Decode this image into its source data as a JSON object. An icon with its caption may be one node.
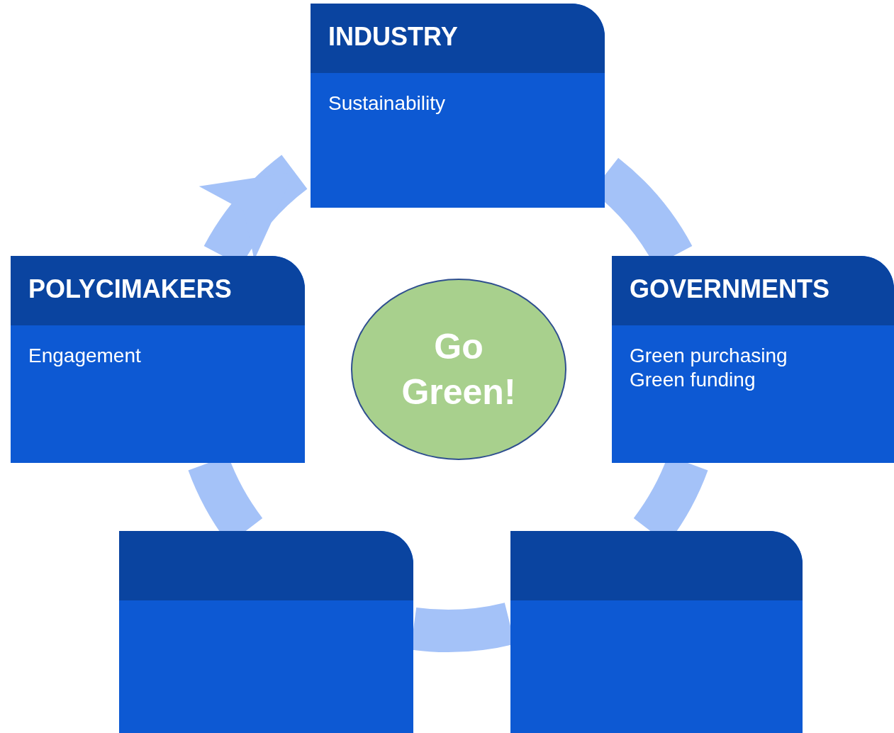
{
  "diagram": {
    "nodes": [
      {
        "text": [
          "INDUSTRY",
          "Sustainability"
        ]
      },
      {
        "text": [
          "POLYCIMAKERS",
          "Engagement"
        ]
      },
      {
        "text": [
          "Go Green!"
        ]
      },
      {
        "text": [
          "GOVERNMENTS",
          "Green purchasing",
          "Green funding"
        ]
      },
      {
        "text": [],
        "shape": "box"
      },
      {
        "text": [],
        "shape": "box"
      }
    ],
    "edges": [
      {
        "from": 1,
        "to": 0,
        "arrow": "to"
      },
      {
        "from": 0,
        "to": 3,
        "arrow": "none"
      },
      {
        "from": 3,
        "to": 5,
        "arrow": "none"
      },
      {
        "from": 5,
        "to": 4,
        "arrow": "none"
      },
      {
        "from": 4,
        "to": 1,
        "arrow": "none"
      }
    ]
  }
}
